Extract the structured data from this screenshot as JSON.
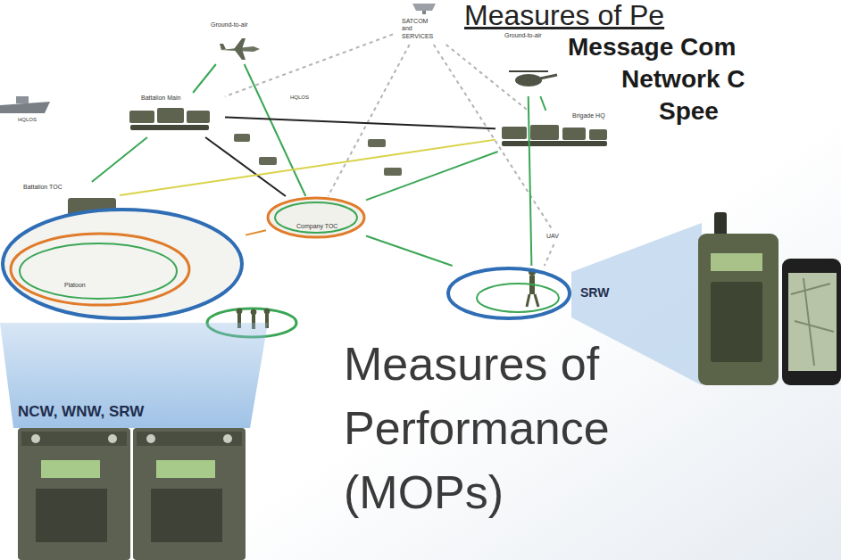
{
  "diagram": {
    "title": "Measures of Performance (MOPs)",
    "nodes": [
      {
        "text": [
          "SATCOM and SERVICES"
        ]
      },
      {
        "text": [
          "Ground-to-air"
        ]
      },
      {
        "text": [
          "Ground-to-air"
        ]
      },
      {
        "text": [
          "Battalion Main"
        ]
      },
      {
        "text": [
          "Brigade HQ"
        ]
      },
      {
        "text": [
          "Battalion TOC"
        ]
      },
      {
        "text": [
          "Company TOC"
        ]
      },
      {
        "text": [
          "Platoon"
        ]
      },
      {
        "text": [
          "UAV"
        ]
      },
      {
        "text": [
          "SRW"
        ]
      },
      {
        "text": [
          "NCW, WNW, SRW"
        ]
      }
    ],
    "edges": [
      {
        "from": 1,
        "to": 3,
        "arrow": "none"
      },
      {
        "from": 1,
        "to": 6,
        "arrow": "none"
      },
      {
        "from": 0,
        "to": 3,
        "arrow": "none"
      },
      {
        "from": 0,
        "to": 6,
        "arrow": "none"
      },
      {
        "from": 0,
        "to": 4,
        "arrow": "none"
      },
      {
        "from": 0,
        "to": 8,
        "arrow": "none"
      },
      {
        "from": 3,
        "to": 4,
        "arrow": "none"
      },
      {
        "from": 3,
        "to": 6,
        "arrow": "none"
      },
      {
        "from": 3,
        "to": 5,
        "arrow": "none"
      },
      {
        "from": 5,
        "to": 4,
        "arrow": "none"
      },
      {
        "from": 6,
        "to": 4,
        "arrow": "none"
      },
      {
        "from": 6,
        "to": 7,
        "arrow": "none"
      },
      {
        "from": 6,
        "to": 9,
        "arrow": "none"
      },
      {
        "from": 2,
        "to": 4,
        "arrow": "none"
      },
      {
        "from": 2,
        "to": 9,
        "arrow": "none"
      },
      {
        "from": 8,
        "to": 9,
        "arrow": "none"
      }
    ],
    "labels": [
      "Measures of Pe",
      "Message Com",
      "Network C",
      "Spee",
      "HQLOS",
      "HQLOS"
    ]
  }
}
